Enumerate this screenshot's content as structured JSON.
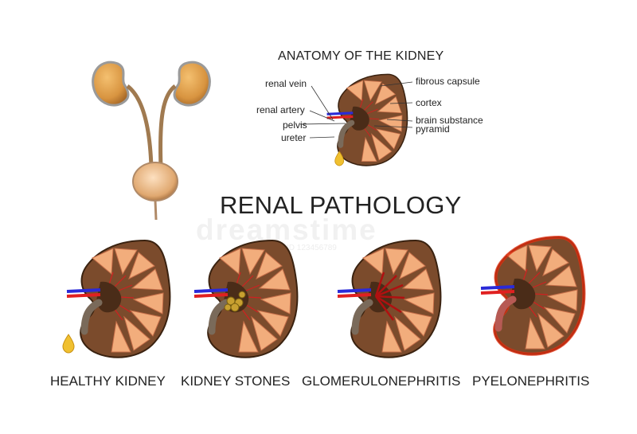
{
  "anatomy": {
    "title": "ANATOMY OF THE KIDNEY",
    "labels": {
      "renal_vein": "renal vein",
      "renal_artery": "renal artery",
      "pelvis": "pelvis",
      "ureter": "ureter",
      "fibrous_capsule": "fibrous capsule",
      "cortex": "cortex",
      "brain_substance": "brain substance",
      "pyramid": "pyramid"
    }
  },
  "main_title": "RENAL PATHOLOGY",
  "watermark": {
    "text": "dreamstime",
    "sub": "ID 123456789"
  },
  "captions": {
    "healthy": "HEALTHY KIDNEY",
    "stones": "KIDNEY STONES",
    "glomerulo": "GLOMERULONEPHRITIS",
    "pyelo": "PYELONEPHRITIS"
  },
  "colors": {
    "capsule": "#7a4a2a",
    "pyramid": "#f0a878",
    "vein": "#2a2ad8",
    "artery": "#e02020",
    "urine": "#f0c020",
    "bladder": "#e8b880"
  }
}
